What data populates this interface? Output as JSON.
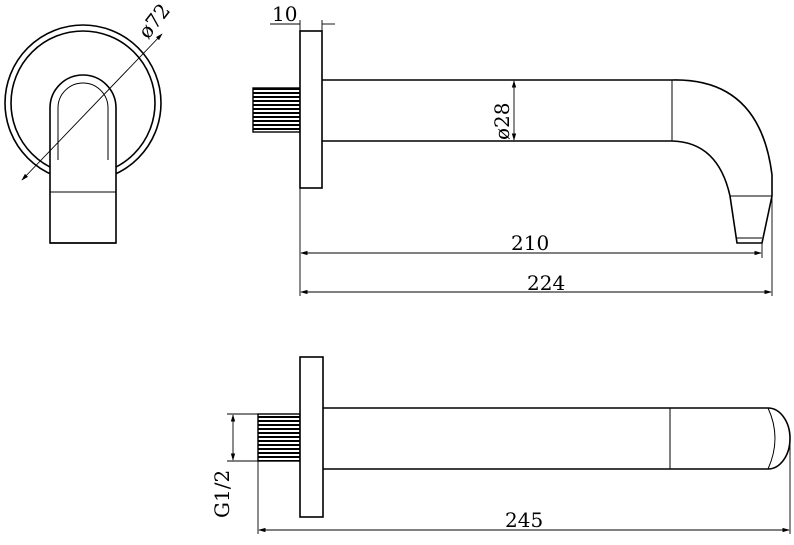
{
  "drawing": {
    "front_view": {
      "diameter_label": "ø72"
    },
    "side_view": {
      "flange_thickness_label": "10",
      "pipe_diameter_label": "ø28",
      "projection_label": "210",
      "overall_length_label": "224"
    },
    "top_view": {
      "thread_label": "G1/2",
      "overall_length_label": "245"
    }
  }
}
